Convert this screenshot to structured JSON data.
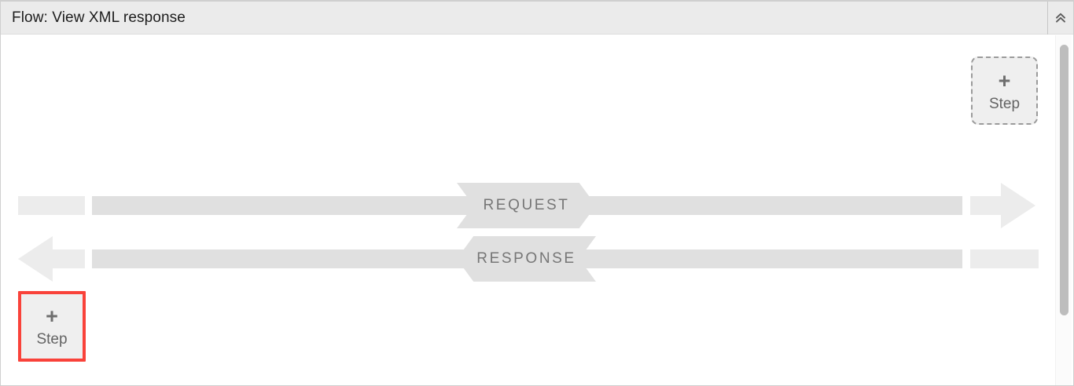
{
  "panel": {
    "title": "Flow: View XML response",
    "collapse_icon": "double-chevron-up-icon"
  },
  "steps": {
    "add_top": {
      "plus": "+",
      "label": "Step",
      "state": "dashed-placeholder"
    },
    "add_bottom": {
      "plus": "+",
      "label": "Step",
      "state": "selected-highlighted",
      "highlight_color": "#f9423a"
    }
  },
  "flow": {
    "request": {
      "label": "REQUEST",
      "direction": "right"
    },
    "response": {
      "label": "RESPONSE",
      "direction": "left"
    }
  },
  "colors": {
    "header_bg": "#ebebeb",
    "panel_border": "#cfcfcf",
    "bar_light": "#ececec",
    "bar_dark": "#e0e0e0",
    "label_text": "#767676",
    "highlight": "#f9423a",
    "scrollbar_thumb": "#bdbdbd"
  }
}
